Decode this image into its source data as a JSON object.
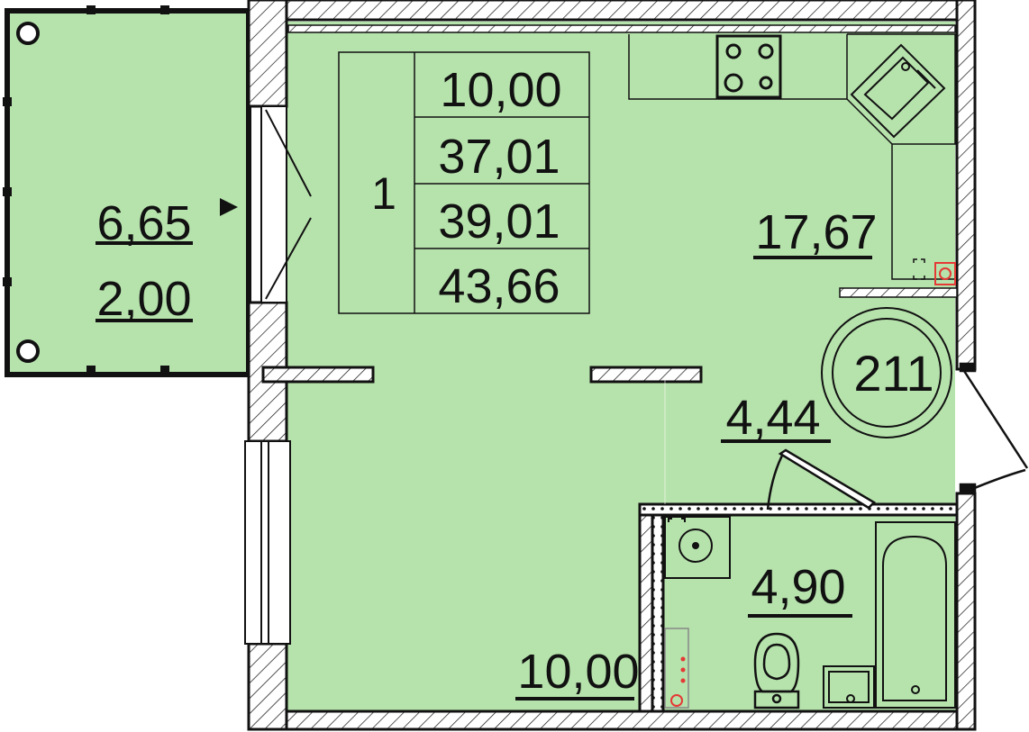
{
  "info_table": {
    "rooms": "1",
    "living_area": "10,00",
    "area_without_balcony": "37,01",
    "area_with_balcony_coef": "39,01",
    "total_area": "43,66"
  },
  "balcony": {
    "area": "6,65",
    "coefficient_area": "2,00"
  },
  "rooms": {
    "kitchen_area": "17,67",
    "hall_area": "4,44",
    "bathroom_area": "4,90",
    "living_room_area": "10,00"
  },
  "apartment_number": "211",
  "colors": {
    "floor_fill": "#b6e2ac",
    "wall_stroke": "#111111",
    "marker_red": "#e53935"
  }
}
